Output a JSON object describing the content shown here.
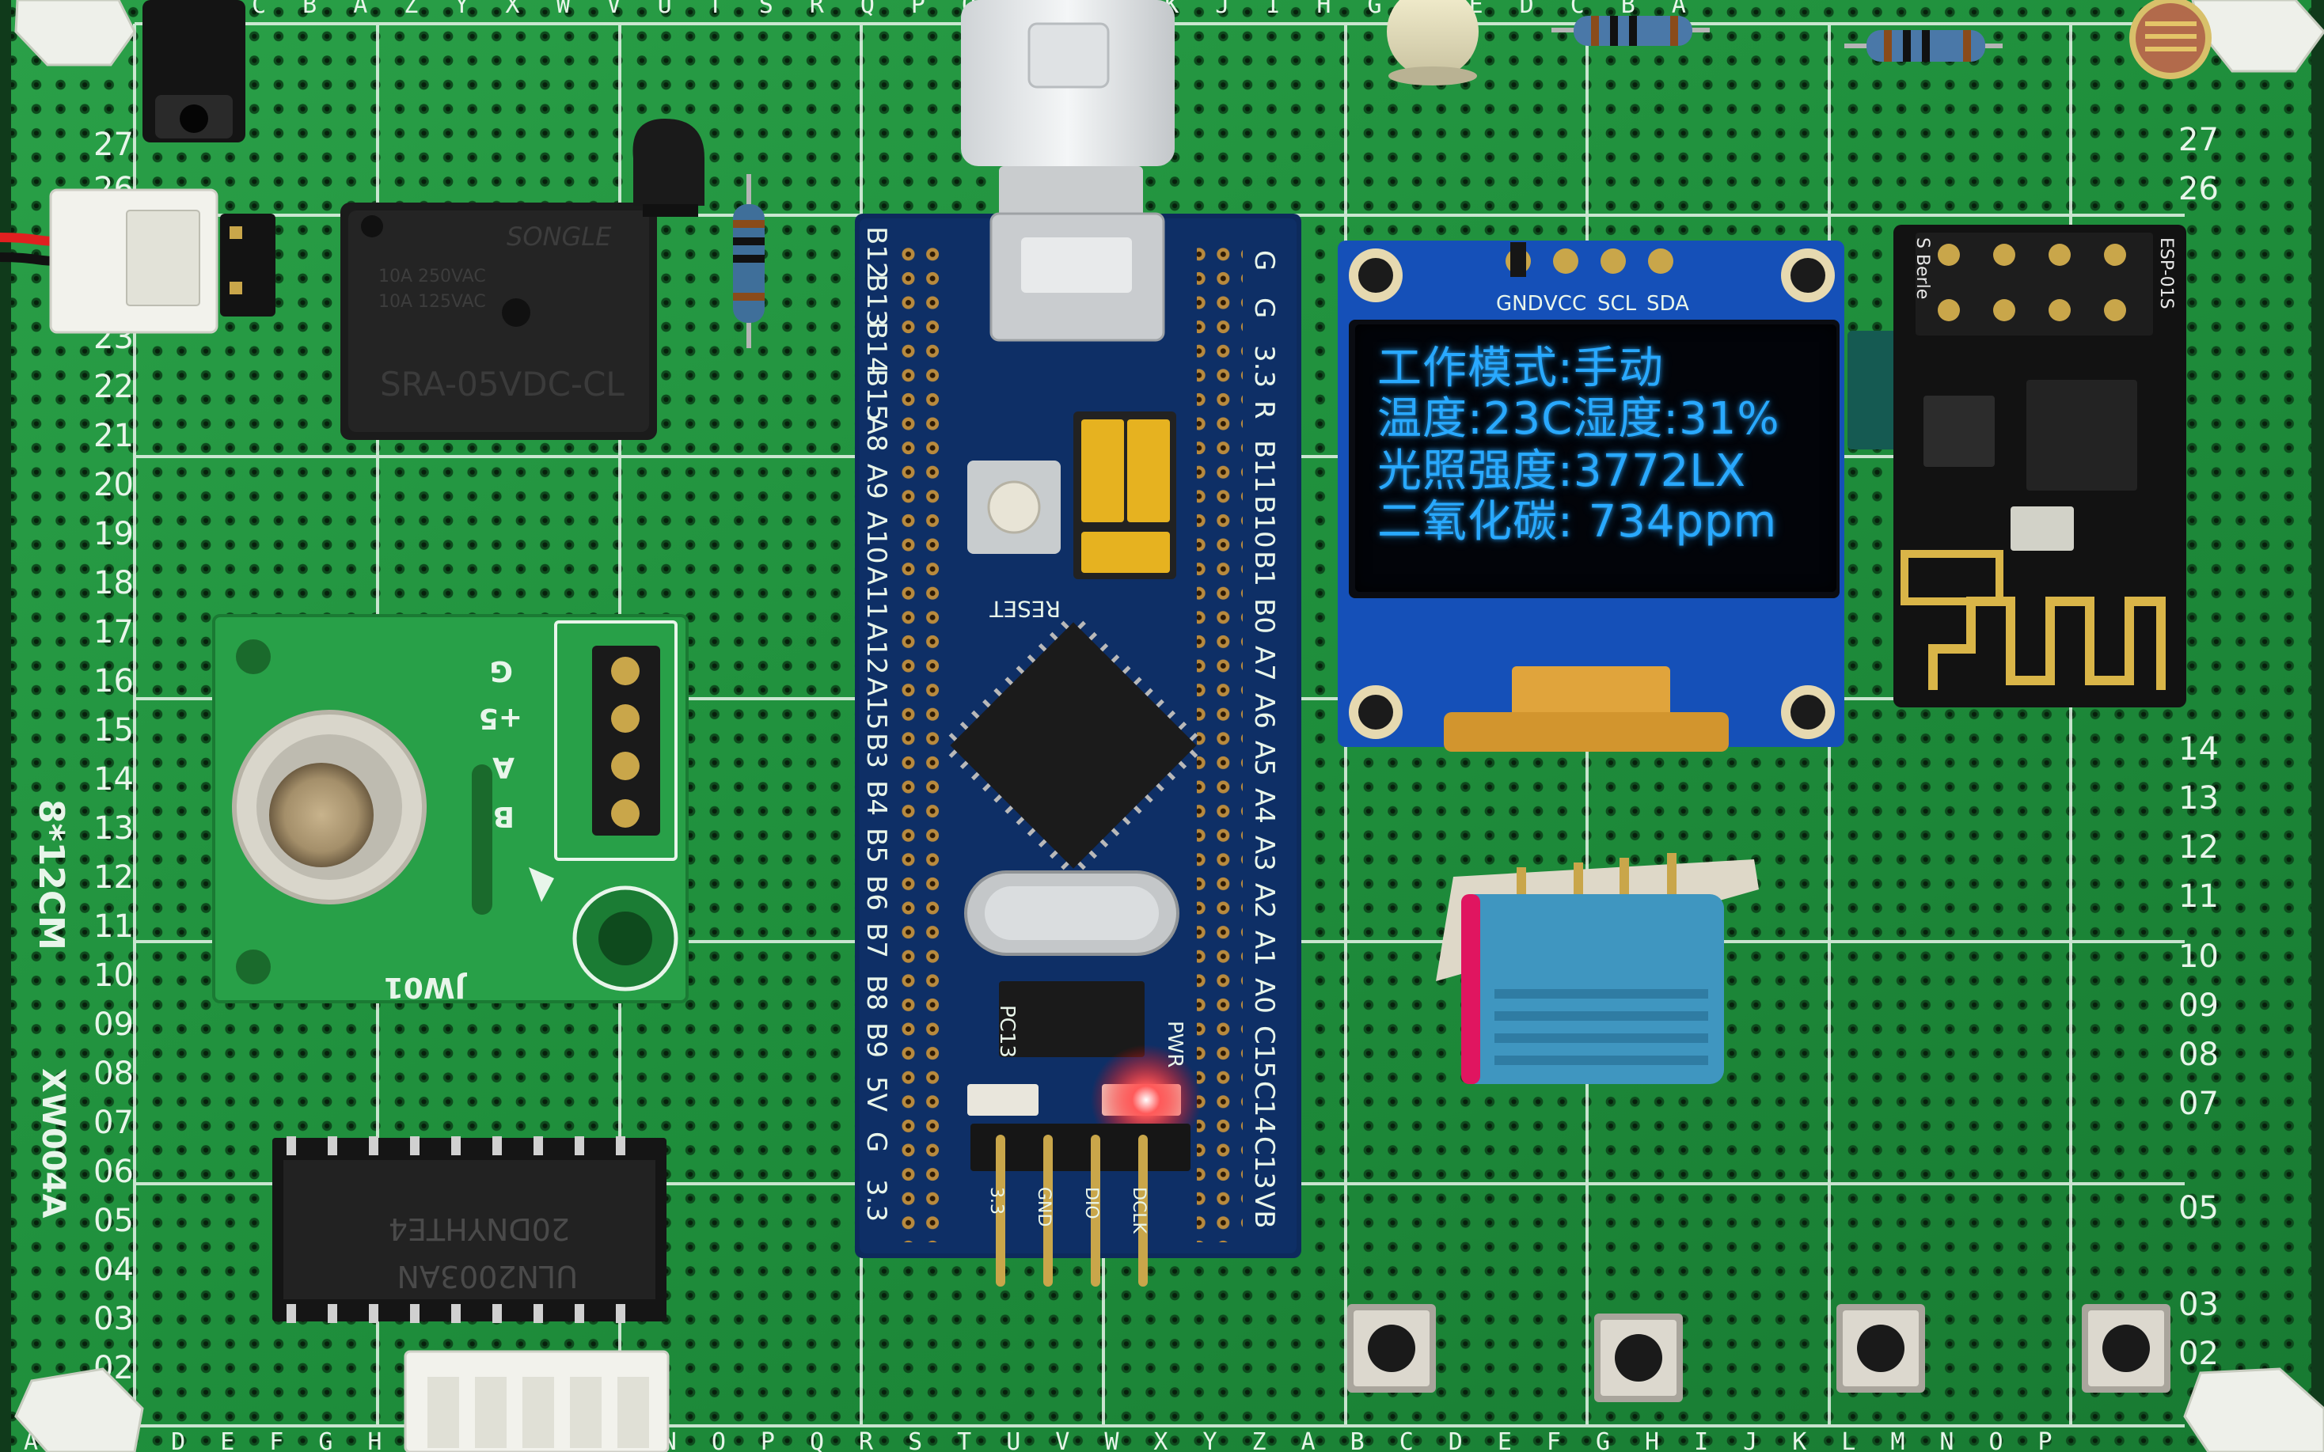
{
  "board": {
    "size_label": "8*12CM",
    "model_label": "XW004A",
    "row_labels": [
      "27",
      "26",
      "23",
      "22",
      "21",
      "20",
      "19",
      "18",
      "17",
      "16",
      "15",
      "14",
      "13",
      "12",
      "11",
      "10",
      "09",
      "08",
      "07",
      "06",
      "05",
      "04",
      "03",
      "02"
    ],
    "column_letters_top": "EDCBAZYXWVUTSRQPONMLKJIHGFEDCBA",
    "column_letters_bottom": "AXCDEFGHIJKLMNOPQRSTUVWXYZABCDEFGHIJKLMNOP"
  },
  "mcu_board": {
    "left_pins": [
      "B12",
      "B13",
      "B14",
      "B15",
      "A8",
      "A9",
      "A10",
      "A11",
      "A12",
      "A15",
      "B3",
      "B4",
      "B5",
      "B6",
      "B7",
      "B8",
      "B9",
      "5V",
      "G",
      "3.3"
    ],
    "right_pins": [
      "G",
      "G",
      "3.3",
      "R",
      "B11",
      "B10",
      "B1",
      "B0",
      "A7",
      "A6",
      "A5",
      "A4",
      "A3",
      "A2",
      "A1",
      "A0",
      "C15",
      "C14",
      "C13",
      "VB"
    ],
    "reset_label": "RESET",
    "pc13_label": "PC13",
    "pwr_label": "PWR",
    "header_labels": [
      "3.3",
      "GND",
      "DIO",
      "DCLK"
    ]
  },
  "oled": {
    "pin_labels": [
      "GND",
      "VCC",
      "SCL",
      "SDA"
    ],
    "lines": [
      "工作模式:手动",
      "温度:23C湿度:31%",
      "光照强度:3772LX",
      "二氧化碳: 734ppm"
    ],
    "text_color": "#29a9ff"
  },
  "gas_sensor": {
    "pin_labels": [
      "G",
      "+5",
      "A",
      "B"
    ],
    "module_label": "JW01"
  },
  "relay": {
    "brand": "SONGLE",
    "rating_1": "10A 250VAC",
    "rating_2": "10A 125VAC",
    "part_number": "SRA-05VDC-CL"
  },
  "driver_ic": {
    "line_1": "20DNYHTE4",
    "line_2": "ULN2003AN"
  },
  "wifi_module": {
    "label": "ESP-01S",
    "brand": "S Berle"
  },
  "colors": {
    "pcb": "#1f8f3c",
    "pcb_dark": "#16722f",
    "mcu_pcb": "#0d2a5c",
    "oled_pcb": "#1550b8",
    "oled_text": "#29a9ff",
    "silkscreen": "#e8f5ea",
    "led": "#ff2a2a"
  }
}
